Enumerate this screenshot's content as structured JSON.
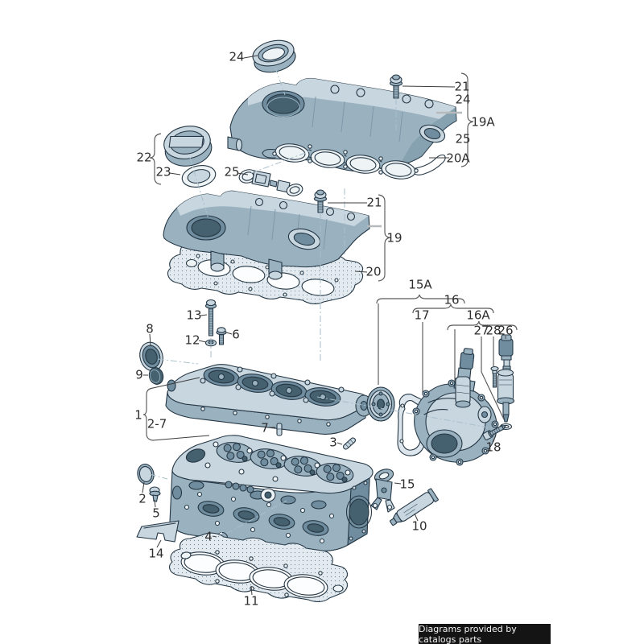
{
  "callouts": {
    "cap_top": "24",
    "bolt_upper": "21",
    "cap_listed": "24",
    "group_upper_cover": "19A",
    "gasket_set_listed": "25",
    "gasket_upper": "20A",
    "oil_filler_cap": "22",
    "cap_seal": "23",
    "pcv_gasket": "25",
    "bolt_mid": "21",
    "group_cover": "19",
    "gasket_mid": "20",
    "group_cam_drive": "15A",
    "group_timing_cover": "16",
    "timing_gasket": "17",
    "group_cover_assy": "16A",
    "control_valve": "27",
    "valve_bolt": "28",
    "sensor": "26",
    "stud_long": "13",
    "bolt_short": "6",
    "seal_ring": "8",
    "washer": "12",
    "plug": "9",
    "head_assembly": "1",
    "head_subparts": "2-7",
    "dowel_sleeve": "7",
    "dowel_pin": "3",
    "cover_bolt": "18",
    "lifting_bracket": "15",
    "sealant": "10",
    "sealing_cap": "2",
    "head_bolt": "5",
    "ball": "4",
    "baffle_plate": "14",
    "head_gasket": "11"
  },
  "caption": {
    "text": "Diagrams provided by catalogs parts"
  },
  "colors": {
    "outline": "#253745",
    "part_light": "#c8d6df",
    "part_mid": "#9ab1c0",
    "part_dark": "#6f8d9e",
    "part_deep": "#45606e",
    "part_white": "#eef3f6",
    "label_text": "#2e2e2e",
    "leader": "#3c3c3c",
    "bracket": "#5a5a5a",
    "axis": "#a9bfcb",
    "gray_pointer": "#b6babd",
    "caption_bg": "#141414",
    "caption_fg": "#f4f4f4"
  }
}
